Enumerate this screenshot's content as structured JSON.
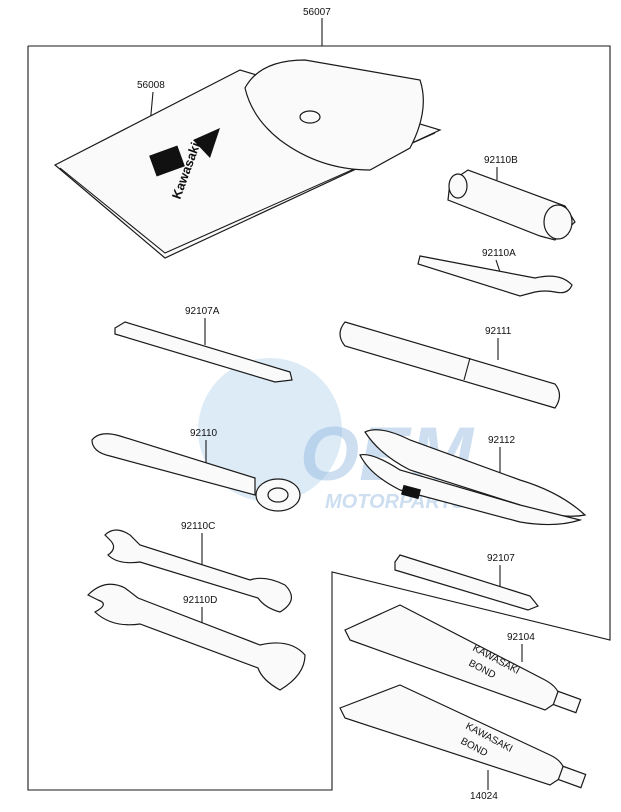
{
  "parts": {
    "tool_kit_assy": "56007",
    "tool_bag": "56008",
    "plug_wrench": "92110B",
    "spanner_hook": "92110A",
    "screwdriver_flat": "92107A",
    "handle": "92111",
    "ring_wrench": "92110",
    "pliers": "92112",
    "open_wrench_small": "92110C",
    "screwdriver_cross": "92107",
    "open_wrench_large": "92110D",
    "bond_tube_1": "92104",
    "bond_tube_2": "14024"
  },
  "bag": {
    "brand_text": "Kawasaki"
  },
  "tube_labels": {
    "line1": "KAWASAKI",
    "line2": "BOND"
  },
  "watermark": {
    "brand": "OEM",
    "sub": "MOTORPARTS"
  }
}
